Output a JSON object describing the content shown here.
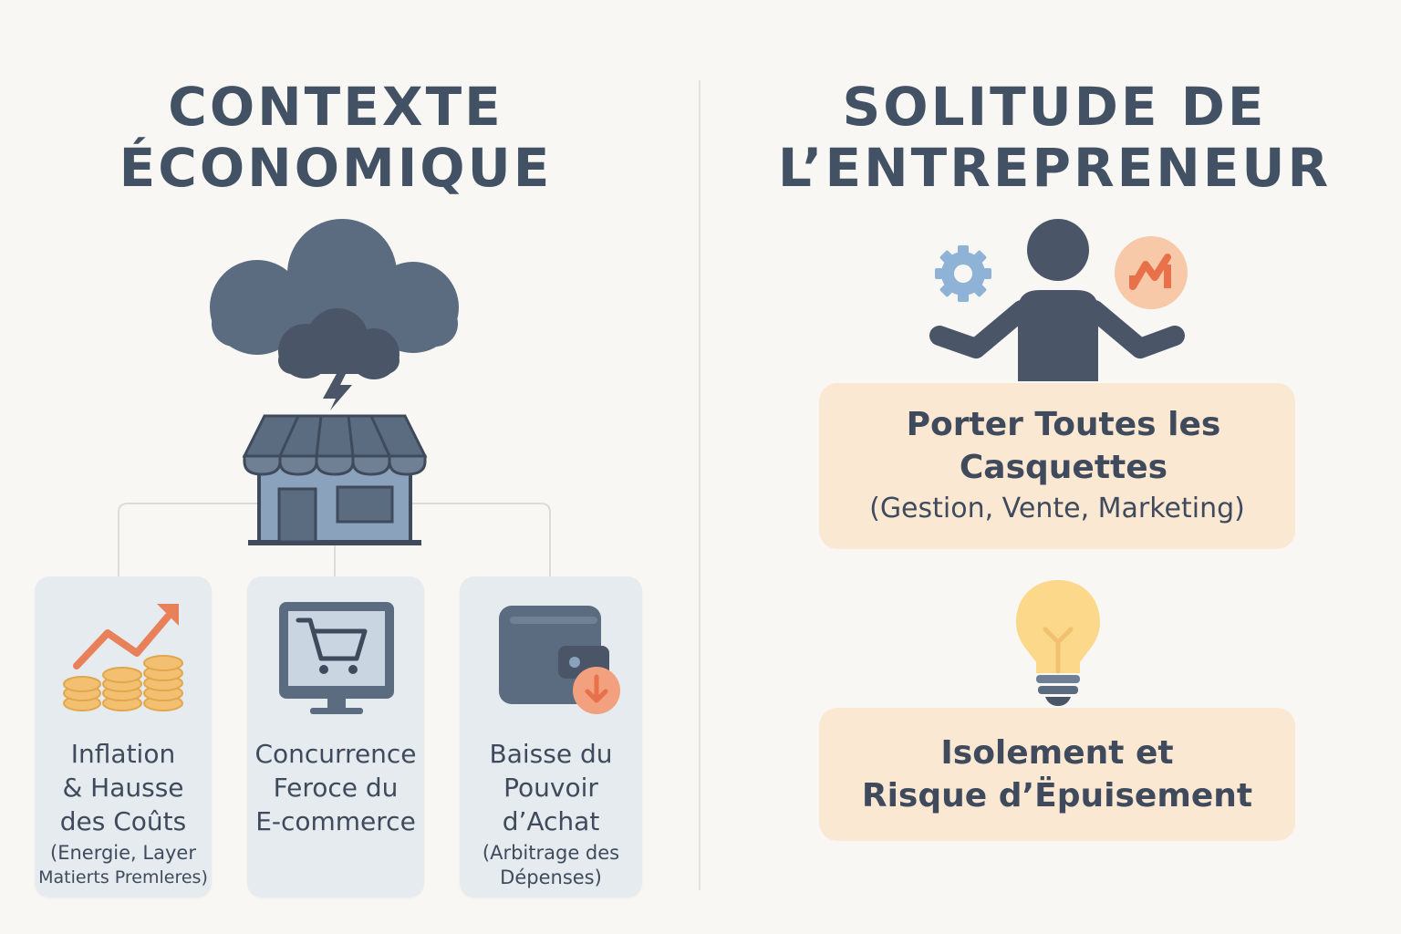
{
  "left": {
    "title_lines": [
      "CONTEXTE",
      "ÉCONOMIQUE"
    ],
    "cards": [
      {
        "icon": "coins-trend-icon",
        "title_lines": [
          "Inflation",
          "& Hausse",
          "des Coûts"
        ],
        "sub_lines": [
          "(Energie, Layer",
          "Matierts Premleres)"
        ]
      },
      {
        "icon": "computer-cart-icon",
        "title_lines": [
          "Concurrence",
          "Feroce du",
          "E-commerce"
        ],
        "sub_lines": []
      },
      {
        "icon": "wallet-down-icon",
        "title_lines": [
          "Baisse du",
          "Pouvoir",
          "d’Achat"
        ],
        "sub_lines": [
          "(Arbitrage des",
          "Dépenses)"
        ]
      }
    ]
  },
  "right": {
    "title_lines": [
      "SOLITUDE DE",
      "L’ENTREPRENEUR"
    ],
    "box1": {
      "title_lines": [
        "Porter Toutes les",
        "Casquettes"
      ],
      "subtitle": "(Gestion, Vente, Marketing)"
    },
    "box2": {
      "title_lines": [
        "Isolement et",
        "Risque d’Ëpuisement"
      ]
    }
  },
  "colors": {
    "background": "#f8f7f3",
    "slate": "#5b6b80",
    "dark_slate": "#4a5568",
    "card": "#e5ebef",
    "peach": "#fbe8d3",
    "orange": "#e8815a",
    "gold": "#f2c070",
    "gear_blue": "#8fb3d6"
  }
}
